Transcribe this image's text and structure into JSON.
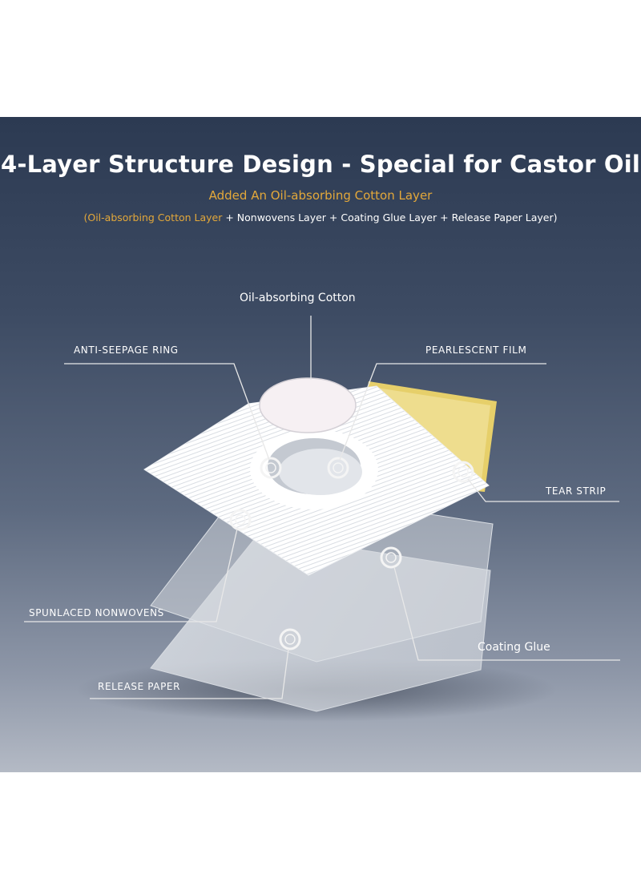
{
  "header": {
    "title": "4-Layer Structure Design - Special for Castor Oil",
    "subtitle": "Added An Oil-absorbing Cotton Layer",
    "formula": {
      "open": "(",
      "highlight": "Oil-absorbing Cotton Layer",
      "rest": " + Nonwovens Layer + Coating Glue Layer + Release Paper Layer)"
    }
  },
  "labels": {
    "oil_cotton": "Oil-absorbing Cotton",
    "anti_seepage": "ANTI-SEEPAGE RING",
    "pearlescent": "PEARLESCENT FILM",
    "tear_strip": "TEAR STRIP",
    "spunlaced": "SPUNLACED NONWOVENS",
    "coating_glue": "Coating Glue",
    "release_paper": "RELEASE PAPER"
  },
  "colors": {
    "title_text": "#ffffff",
    "accent_gold": "#e3a83a",
    "tear_strip": "#e6cf6a",
    "leader_lines": "#e8e8e8"
  }
}
